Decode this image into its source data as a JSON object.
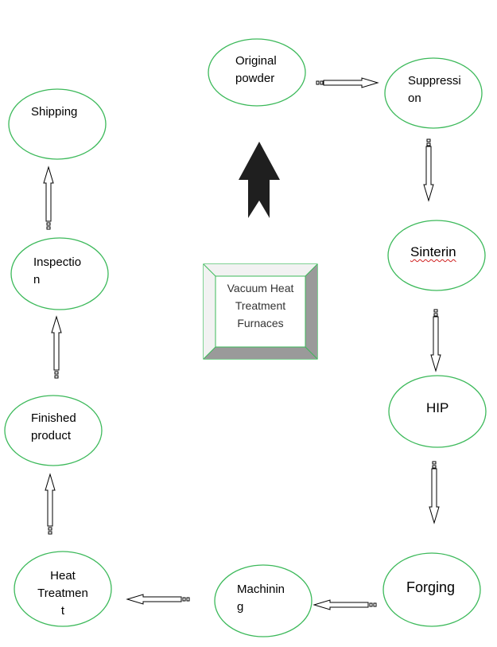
{
  "colors": {
    "node_border": "#3cb95a",
    "arrow_outline": "#000000",
    "big_arrow": "#1f1f1f",
    "center_face": "#ffffff",
    "center_bevel_light": "#f2f2f2",
    "center_bevel_dark": "#9a9a9a",
    "spellcheck": "#d02020"
  },
  "icons": {
    "flow_arrow": "hollow-arrow-icon",
    "main_arrow": "bold-up-arrow-icon"
  },
  "nodes": {
    "original_powder": "Original\npowder",
    "suppression": "Suppressi\non",
    "sintering": "Sinterin",
    "hip": "HIP",
    "forging": "Forging",
    "machining": "Machinin\ng",
    "heat_treatment": "Heat\nTreatmen\nt",
    "finished_product": "Finished\nproduct",
    "inspection": "Inspectio\nn",
    "shipping": "Shipping"
  },
  "center": {
    "label": "Vacuum Heat\nTreatment\nFurnaces"
  }
}
